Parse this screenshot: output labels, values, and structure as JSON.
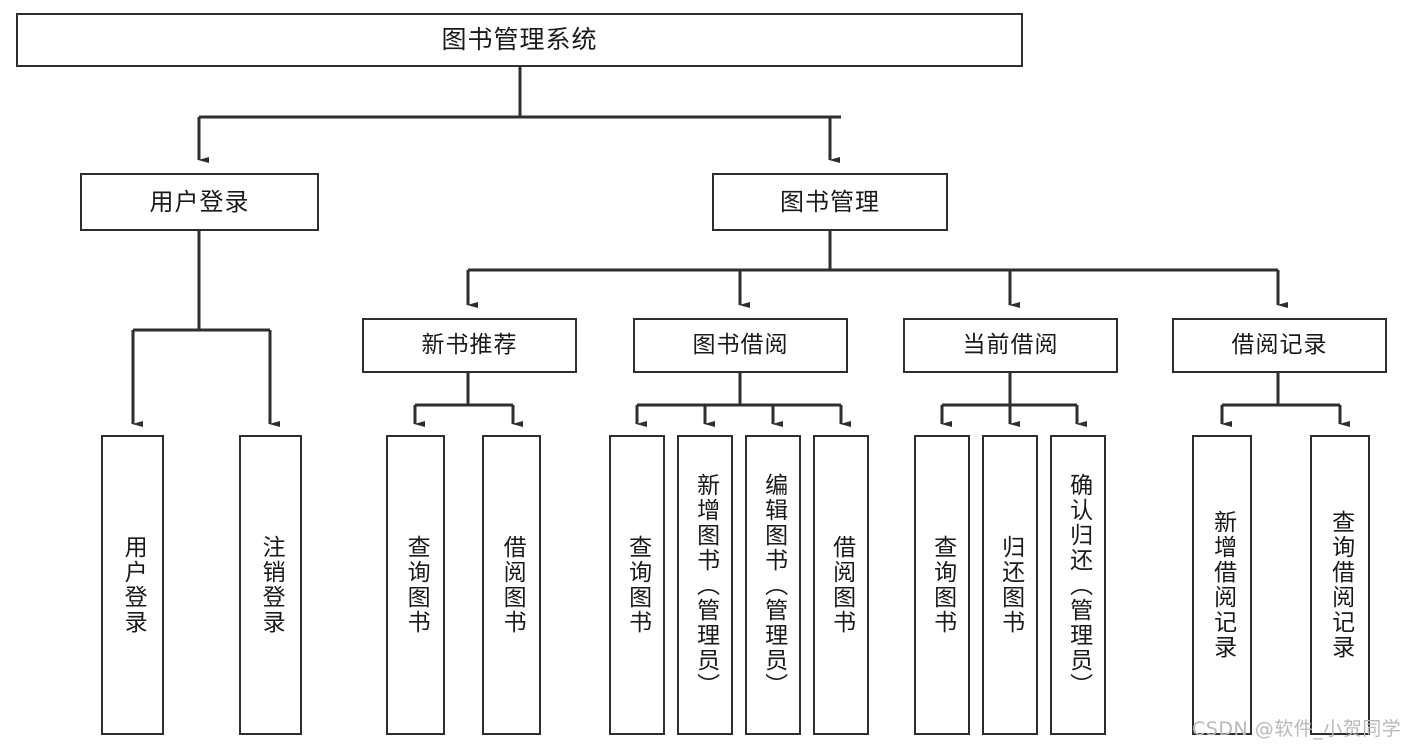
{
  "diagram": {
    "title": "图书管理系统",
    "watermark": "CSDN @软件_小贺同学",
    "colors": {
      "stroke": "#2e2e2e",
      "fill": "#ffffff",
      "text": "#1a1a1a",
      "watermark": "#b9b9b9"
    },
    "root": {
      "label": "图书管理系统"
    },
    "level2": [
      {
        "label": "用户登录"
      },
      {
        "label": "图书管理"
      }
    ],
    "level3": [
      {
        "label": "新书推荐"
      },
      {
        "label": "图书借阅"
      },
      {
        "label": "当前借阅"
      },
      {
        "label": "借阅记录"
      }
    ],
    "leaves": {
      "user_login": [
        {
          "label": "用户登录"
        },
        {
          "label": "注销登录"
        }
      ],
      "new_book_recommend": [
        {
          "label": "查询图书"
        },
        {
          "label": "借阅图书"
        }
      ],
      "book_borrow": [
        {
          "label": "查询图书"
        },
        {
          "label": "新增图书（管理员）"
        },
        {
          "label": "编辑图书（管理员）"
        },
        {
          "label": "借阅图书"
        }
      ],
      "current_borrow": [
        {
          "label": "查询图书"
        },
        {
          "label": "归还图书"
        },
        {
          "label": "确认归还（管理员）"
        }
      ],
      "borrow_record": [
        {
          "label": "新增借阅记录"
        },
        {
          "label": "查询借阅记录"
        }
      ]
    }
  }
}
